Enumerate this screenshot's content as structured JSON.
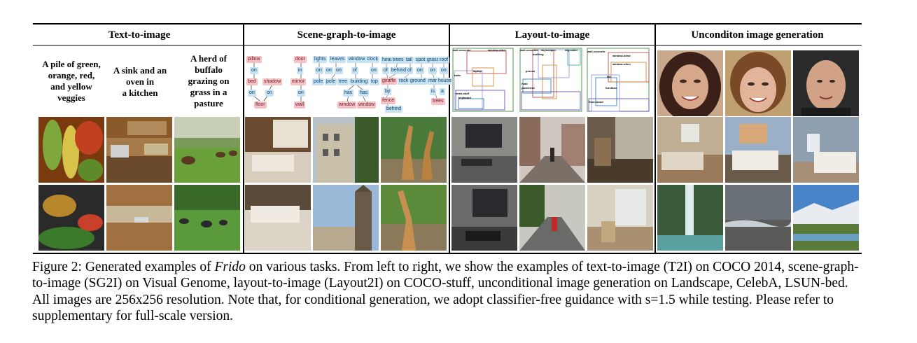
{
  "sections": {
    "t2i": "Text-to-image",
    "sg2i": "Scene-graph-to-image",
    "layout2i": "Layout-to-image",
    "uncond": "Unconditon image generation"
  },
  "prompts": [
    [
      "A pile of green,",
      "orange, red,",
      "and yellow",
      "veggies"
    ],
    [
      "A sink and an",
      "oven in",
      "a kitchen"
    ],
    [
      "A herd of",
      "buffalo",
      "grazing on",
      "grass in a",
      "pasture"
    ]
  ],
  "scene_graphs": {
    "g1": {
      "pillow": "pillow",
      "on1": "on",
      "bed": "bed",
      "shadow": "shadow",
      "on2": "on",
      "on3": "on",
      "floor": "floor"
    },
    "g2": {
      "door": "door",
      "in": "in",
      "mirror": "mirror",
      "on": "on",
      "wall": "wall"
    },
    "g3": [
      "lights",
      "leaves",
      "window",
      "clock",
      "on",
      "on",
      "on",
      "of",
      "on",
      "pole",
      "pole",
      "tree",
      "building",
      "top",
      "has",
      "has",
      "window",
      "window"
    ],
    "g4": [
      "head",
      "trees",
      "tail",
      "spot",
      "grass",
      "roof",
      "of",
      "behind",
      "of",
      "on",
      "on",
      "on",
      "giraffe",
      "rock",
      "ground",
      "man",
      "house",
      "by",
      "fence",
      "is",
      "a",
      "behind",
      "trees"
    ]
  },
  "layout_labels": [
    [
      "wall-concrete",
      "window-other",
      "table",
      "laptop",
      "desk-stuff",
      "keyboard"
    ],
    [
      "wall-concrete",
      "building",
      "skyscraper",
      "sky-other",
      "person",
      "road",
      "pavement"
    ],
    [
      "wall-concrete",
      "window-blind",
      "window-other",
      "floor-wood",
      "furniture",
      "tile"
    ]
  ],
  "caption": {
    "label": "Figure 2:",
    "pre": "Generated examples of",
    "emph": "Frido",
    "post": "on various tasks. From left to right, we show the examples of text-to-image (T2I) on COCO 2014, scene-graph-to-image (SG2I) on Visual Genome, layout-to-image (Layout2I) on COCO-stuff, unconditional image generation on Landscape, CelebA, LSUN-bed. All images are 256x256 resolution. Note that, for conditional generation, we adopt classifier-free guidance with s=1.5 while testing. Please refer to supplementary for full-scale version."
  }
}
